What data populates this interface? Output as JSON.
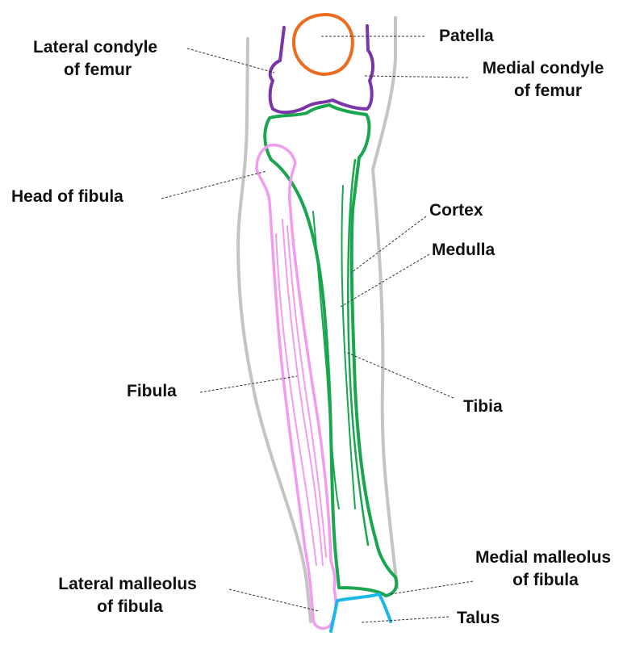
{
  "colors": {
    "leg_outline": "#c4c4c4",
    "femur": "#7a36a8",
    "patella": "#ec6c1f",
    "tibia": "#1aa64f",
    "fibula": "#f29cf0",
    "talus": "#1ab8e8",
    "text": "#111111",
    "leader": "#333333"
  },
  "labels": {
    "lateral_condyle": [
      "Lateral condyle",
      "of femur"
    ],
    "patella": [
      "Patella"
    ],
    "medial_condyle": [
      "Medial condyle",
      "of femur"
    ],
    "head_of_fibula": [
      "Head of fibula"
    ],
    "cortex": [
      "Cortex"
    ],
    "medulla": [
      "Medulla"
    ],
    "fibula": [
      "Fibula"
    ],
    "tibia": [
      "Tibia"
    ],
    "medial_malleolus": [
      "Medial malleolus",
      "of fibula"
    ],
    "lateral_malleolus": [
      "Lateral malleolus",
      "of fibula"
    ],
    "talus": [
      "Talus"
    ]
  }
}
